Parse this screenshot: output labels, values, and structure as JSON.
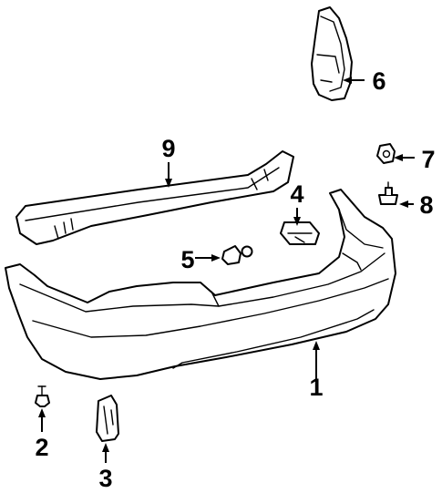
{
  "diagram": {
    "callouts": [
      {
        "id": "1",
        "label": "1"
      },
      {
        "id": "2",
        "label": "2"
      },
      {
        "id": "3",
        "label": "3"
      },
      {
        "id": "4",
        "label": "4"
      },
      {
        "id": "5",
        "label": "5"
      },
      {
        "id": "6",
        "label": "6"
      },
      {
        "id": "7",
        "label": "7"
      },
      {
        "id": "8",
        "label": "8"
      },
      {
        "id": "9",
        "label": "9"
      }
    ],
    "colors": {
      "line": "#000000",
      "background": "#ffffff"
    }
  }
}
